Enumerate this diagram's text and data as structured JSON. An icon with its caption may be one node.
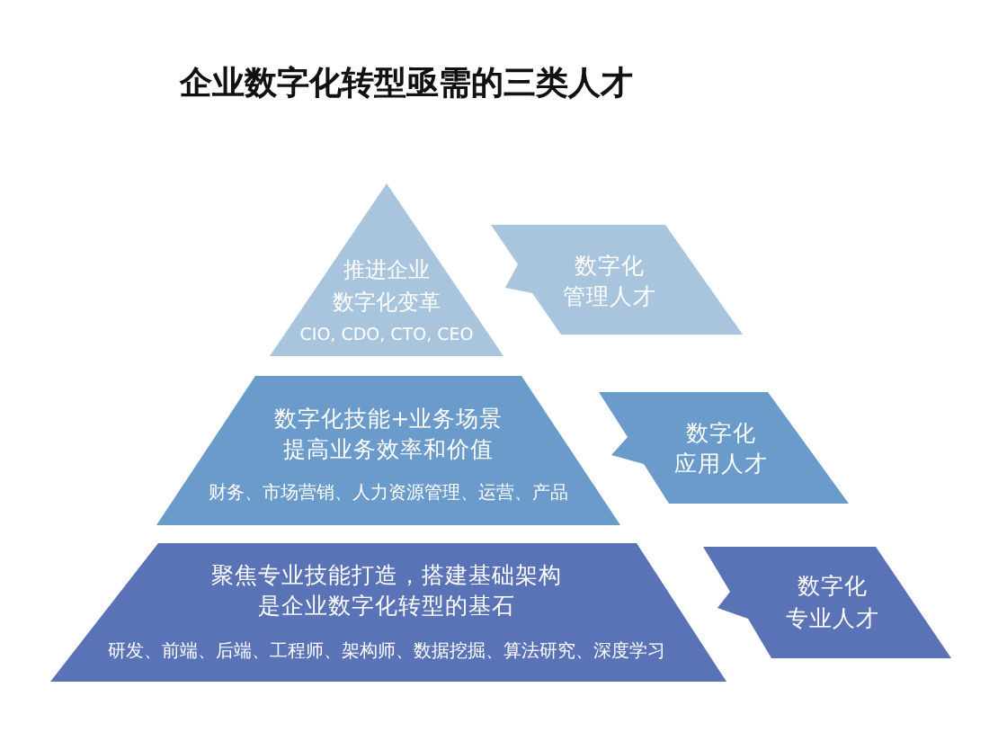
{
  "diagram": {
    "title": "企业数字化转型亟需的三类人才",
    "nodes": [
      {
        "text": [
          "推进企业数字化变革",
          "CIO, CDO, CTO, CEO"
        ]
      },
      {
        "text": [
          "数字化管理人才"
        ]
      },
      {
        "text": [
          "数字化技能+业务场景提高业务效率和价值",
          "财务、市场营销、人力资源管理、运营、产品"
        ]
      },
      {
        "text": [
          "数字化应用人才"
        ]
      },
      {
        "text": [
          "聚焦专业技能打造，搭建基础架构是企业数字化转型的基石",
          "研发、前端、后端、工程师、架构师、数据挖掘、算法研究、深度学习"
        ]
      },
      {
        "text": [
          "数字化专业人才"
        ]
      }
    ]
  }
}
